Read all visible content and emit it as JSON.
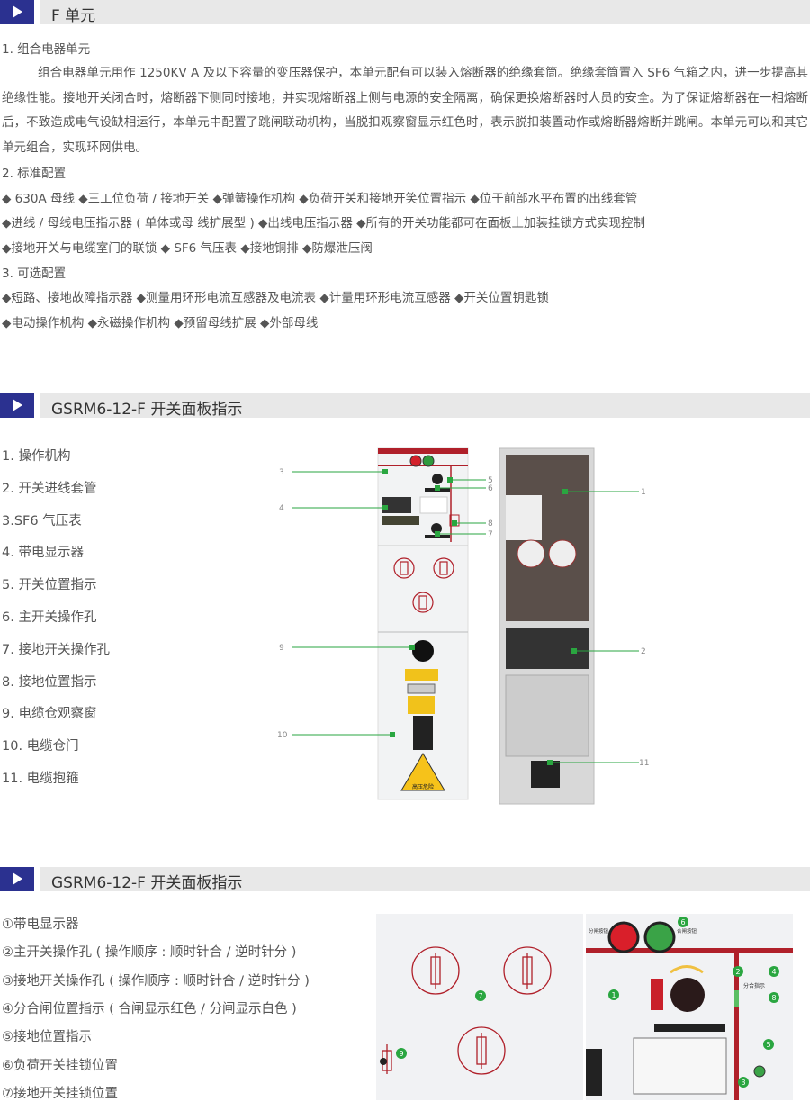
{
  "section1": {
    "title": "F 单元",
    "sub1": "1. 组合电器单元",
    "paragraph": "组合电器单元用作 1250KV A 及以下容量的变压器保护，本单元配有可以装入熔断器的绝缘套筒。绝缘套筒置入 SF6 气箱之内，进一步提高其绝缘性能。接地开关闭合时，熔断器下侧同时接地，并实现熔断器上侧与电源的安全隔离，确保更换熔断器时人员的安全。为了保证熔断器在一相熔断后，不致造成电气设缺相运行，本单元中配置了跳闸联动机构，当脱扣观察窗显示红色时，表示脱扣装置动作或熔断器熔断并跳闸。本单元可以和其它单元组合，实现环网供电。",
    "sub2": "2. 标准配置",
    "std_lines": [
      "◆ 630A 母线 ◆三工位负荷 / 接地开关 ◆弹簧操作机构 ◆负荷开关和接地开笑位置指示 ◆位于前部水平布置的出线套管",
      "◆进线 / 母线电压指示器 ( 单体或母 线扩展型 ) ◆出线电压指示器 ◆所有的开关功能都可在面板上加装挂锁方式实现控制",
      "◆接地开关与电缆室门的联锁 ◆ SF6 气压表 ◆接地铜排 ◆防爆泄压阀"
    ],
    "sub3": "3. 可选配置",
    "opt_lines": [
      "◆短路、接地故障指示器 ◆测量用环形电流互感器及电流表 ◆计量用环形电流互感器 ◆开关位置钥匙锁",
      "◆电动操作机构 ◆永磁操作机构 ◆预留母线扩展 ◆外部母线"
    ]
  },
  "section2": {
    "title": "GSRM6-12-F 开关面板指示",
    "items": [
      "1. 操作机构",
      "2. 开关进线套管",
      "3.SF6 气压表",
      "4. 带电显示器",
      "5. 开关位置指示",
      "6. 主开关操作孔",
      "7. 接地开关操作孔",
      "8. 接地位置指示",
      "9. 电缆仓观察窗",
      "10. 电缆仓门",
      "11. 电缆抱箍"
    ],
    "callouts": [
      "1",
      "2",
      "3",
      "4",
      "5",
      "6",
      "7",
      "8",
      "9",
      "10",
      "11"
    ],
    "warning_sign": "高压危险"
  },
  "section3": {
    "title": "GSRM6-12-F 开关面板指示",
    "items": [
      "①带电显示器",
      "②主开关操作孔 ( 操作顺序 : 顺时针合 / 逆时针分 )",
      "③接地开关操作孔 ( 操作顺序 : 顺时针合 / 逆时针分 )",
      "④分合闸位置指示 ( 合闸显示红色 / 分闸显示白色 )",
      "⑤接地位置指示",
      "⑥负荷开关挂锁位置",
      "⑦接地开关挂锁位置"
    ],
    "markers": [
      "1",
      "2",
      "3",
      "4",
      "5",
      "6",
      "7",
      "8",
      "9"
    ],
    "open_button": "分闸按钮",
    "close_button": "合闸按钮",
    "indicator_label": "分合指示"
  },
  "colors": {
    "header_blue": "#2b3190",
    "header_gray": "#e8e8e8",
    "callout_green": "#2aa640",
    "panel_red": "#b0202a"
  }
}
